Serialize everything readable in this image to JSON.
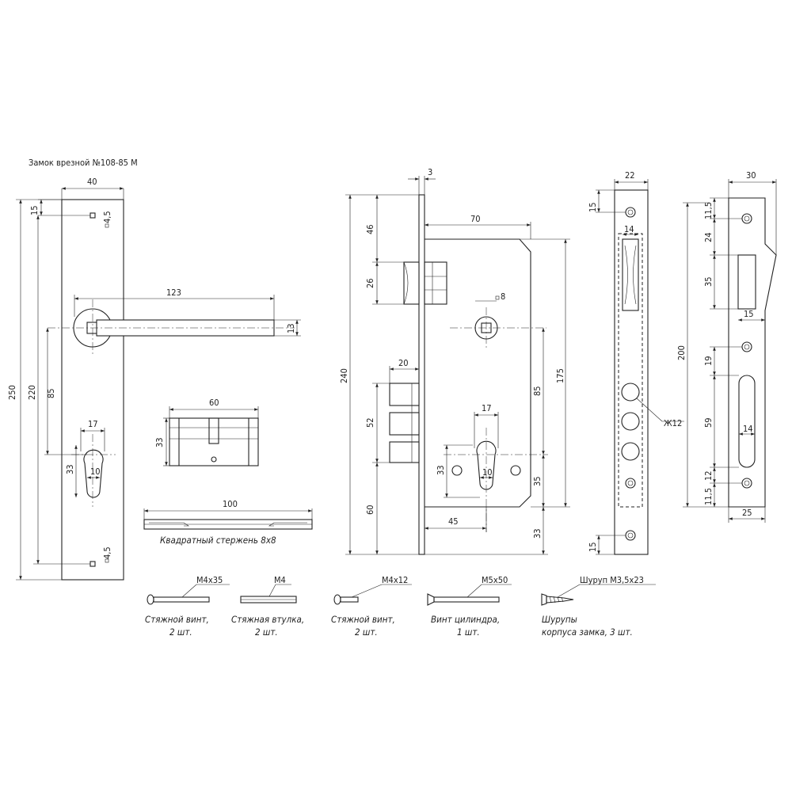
{
  "title": "Замок врезной №108-85 М",
  "dims": {
    "plate_width": "40",
    "plate_top_offset": "15",
    "plate_hole_top": "4,5",
    "plate_height": "250",
    "plate_hole_span": "220",
    "handle_to_cyl": "85",
    "handle_length": "123",
    "handle_height": "13",
    "cyl_width": "17",
    "cyl_height": "33",
    "cyl_slot": "10",
    "plate_hole_bottom": "4,5",
    "cylinder_length": "60",
    "cylinder_height": "33",
    "rod_length": "100",
    "faceplate_thickness": "3",
    "body_total": "240",
    "latch_top": "46",
    "latch_height": "26",
    "backset": "70",
    "spindle_square": "8",
    "body_height": "175",
    "bolt_length": "20",
    "bolt_span": "52",
    "bolt_bottom": "60",
    "cyl_keyhole_width": "17",
    "cyl_keyhole_height": "33",
    "keyhole_slot": "10",
    "spindle_to_cyl": "85",
    "cyl_to_bottom_inner": "35",
    "cyl_to_bottom": "33",
    "cyl_backset": "45",
    "face_width": "22",
    "face_top": "15",
    "face_window": "14",
    "face_hole": "Ж12",
    "face_bottom": "15",
    "strike_width": "30",
    "strike_top": "11,5",
    "strike_24": "24",
    "strike_35": "35",
    "strike_15": "15",
    "strike_200": "200",
    "strike_19": "19",
    "strike_59": "59",
    "strike_14": "14",
    "strike_12": "12",
    "strike_bottom": "11,5",
    "strike_base": "25"
  },
  "captions": {
    "rod": "Квадратный стержень 8х8",
    "p1_spec": "М4х35",
    "p1_name": "Стяжной винт,",
    "p1_qty": "2 шт.",
    "p2_spec": "М4",
    "p2_name": "Стяжная втулка,",
    "p2_qty": "2 шт.",
    "p3_spec": "М4х12",
    "p3_name": "Стяжной винт,",
    "p3_qty": "2 шт.",
    "p4_spec": "М5х50",
    "p4_name": "Винт цилиндра,",
    "p4_qty": "1 шт.",
    "p5_spec": "Шуруп М3,5х23",
    "p5_name": "Шурупы",
    "p5_qty": "корпуса замка, 3 шт."
  }
}
